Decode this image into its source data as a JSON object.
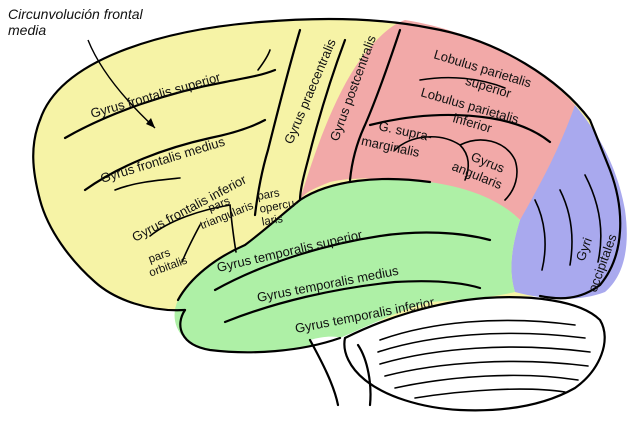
{
  "caption": {
    "line1": "Circunvolución frontal",
    "line2": "media"
  },
  "colors": {
    "frontal": "#f6f3a6",
    "parietal": "#f2a9a8",
    "temporal": "#aef0a6",
    "occipital": "#a9a9ee",
    "cerebellum": "#ffffff",
    "outline": "#000000"
  },
  "labels": {
    "gyrus_frontalis_superior": "Gyrus frontalis superior",
    "gyrus_frontalis_medius": "Gyrus frontalis medius",
    "gyrus_frontalis_inferior": "Gyrus frontalis inferior",
    "gyrus_praecentralis": "Gyrus praecentralis",
    "gyrus_postcentralis": "Gyrus postcentralis",
    "lobulus_parietalis_superior_1": "Lobulus parietalis",
    "lobulus_parietalis_superior_2": "superior",
    "lobulus_parietalis_inferior_1": "Lobulus parietalis",
    "lobulus_parietalis_inferior_2": "inferior",
    "g_supramarginalis_1": "G. supra-",
    "g_supramarginalis_2": "marginalis",
    "gyrus_angularis_1": "Gyrus",
    "gyrus_angularis_2": "angularis",
    "pars_opercularis_1": "pars",
    "pars_opercularis_2": "opercu-",
    "pars_opercularis_3": "laris",
    "pars_triangularis_1": "pars",
    "pars_triangularis_2": "triangularis",
    "pars_orbitalis_1": "pars",
    "pars_orbitalis_2": "orbitalis",
    "gyrus_temporalis_superior": "Gyrus temporalis superior",
    "gyrus_temporalis_medius": "Gyrus temporalis medius",
    "gyrus_temporalis_inferior": "Gyrus temporalis inferior",
    "gyri_occipitales_1": "Gyri",
    "gyri_occipitales_2": "occipitales"
  }
}
